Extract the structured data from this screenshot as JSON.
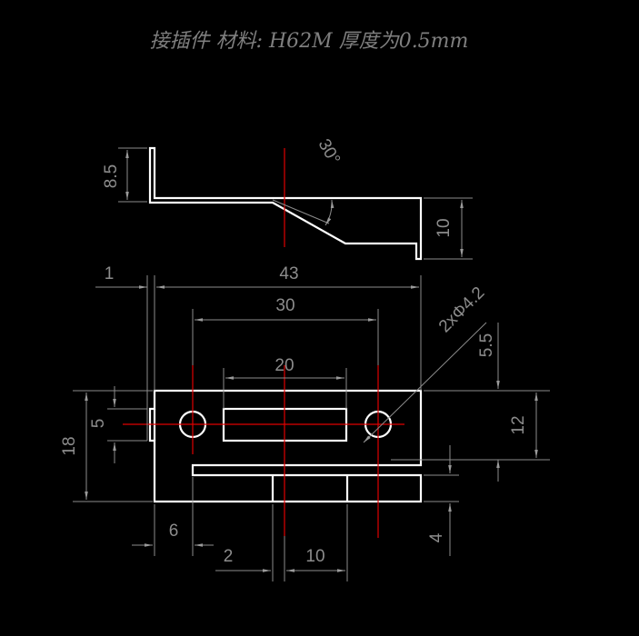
{
  "title": "接插件  材料: H62M  厚度为0.5mm",
  "dimensions": {
    "d85": "8.5",
    "angle30": "30°",
    "d10_side": "10",
    "d1": "1",
    "d43": "43",
    "d30": "30",
    "d20": "20",
    "hole_label": "2xΦ4.2",
    "d55": "5.5",
    "d5": "5",
    "d18": "18",
    "d12": "12",
    "d6": "6",
    "d2": "2",
    "d10_bottom": "10",
    "d4": "4"
  },
  "colors": {
    "background": "#000000",
    "outline": "#ffffff",
    "centerline": "#e00000",
    "dimension": "#8c8c8c"
  }
}
